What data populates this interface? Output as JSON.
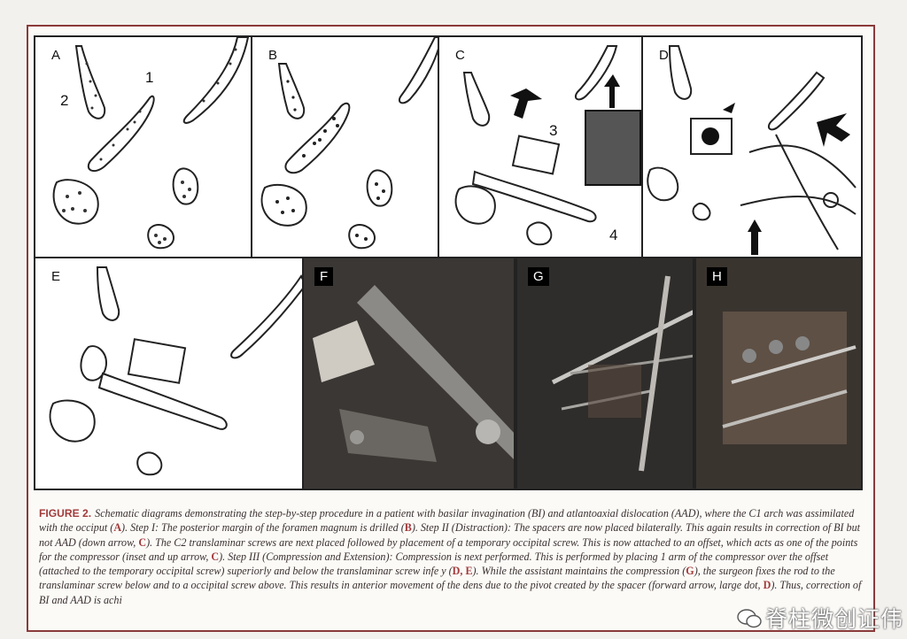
{
  "figure": {
    "panels": [
      {
        "id": "A",
        "label": "A",
        "numbers": [
          "1",
          "2"
        ]
      },
      {
        "id": "B",
        "label": "B"
      },
      {
        "id": "C",
        "label": "C",
        "numbers": [
          "3",
          "4"
        ]
      },
      {
        "id": "D",
        "label": "D"
      },
      {
        "id": "E",
        "label": "E"
      },
      {
        "id": "F",
        "label": "F"
      },
      {
        "id": "G",
        "label": "G"
      },
      {
        "id": "H",
        "label": "H"
      }
    ],
    "caption": {
      "figure_label": "FIGURE 2.",
      "segments": [
        {
          "t": "Schematic diagrams demonstrating the step-by-step procedure in a patient with basilar invagination (BI) and atlantoaxial dislocation (AAD), where the C1 arch was assimilated with the occiput ("
        },
        {
          "t": "A",
          "ref": true
        },
        {
          "t": "). Step I: The posterior margin of the foramen magnum is drilled ("
        },
        {
          "t": "B",
          "ref": true
        },
        {
          "t": "). Step II (Distraction): The spacers are now placed bilaterally. This again results in correction of BI but not AAD (down arrow, "
        },
        {
          "t": "C",
          "ref": true
        },
        {
          "t": "). The C2 translaminar screws are next placed followed by placement of a temporary occipital screw. This is now attached to an offset, which acts as one of the points for the compressor (inset and up arrow, "
        },
        {
          "t": "C",
          "ref": true
        },
        {
          "t": "). Step III (Compression and Extension): Compression is next performed. This is performed by placing 1 arm of the compressor over the offset (attached to the temporary occipital screw) superiorly and below the translaminar screw infe"
        },
        {
          "t": "  ",
          "gap": true
        },
        {
          "t": "y ("
        },
        {
          "t": "D, E",
          "ref": true
        },
        {
          "t": "). While the assistant maintains the compression ("
        },
        {
          "t": "G",
          "ref": true
        },
        {
          "t": "), the surgeon fixes the rod to the translaminar screw below and to a occipital screw above. This results in "
        },
        {
          "t": "anterior movement of the dens due to the pivot created by the spacer (forward arrow, large dot, "
        },
        {
          "t": "D",
          "ref": true
        },
        {
          "t": "). Thus, correction of BI and AAD is achi"
        }
      ]
    },
    "watermark": {
      "text": "脊柱微创证伟",
      "icon": "wechat-logo-icon"
    }
  }
}
